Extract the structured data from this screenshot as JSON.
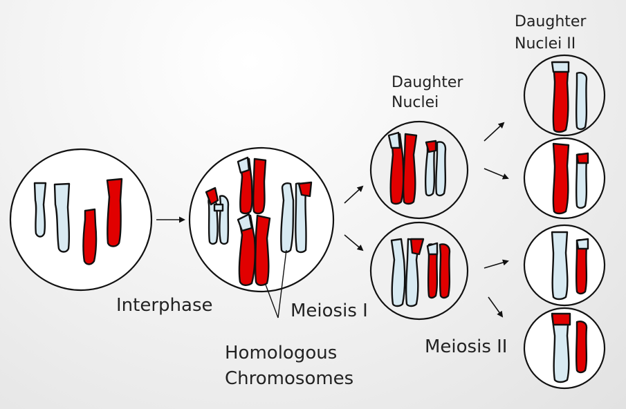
{
  "labels": {
    "interphase": "Interphase",
    "meiosis1": "Meiosis I",
    "homologous_line1": "Homologous",
    "homologous_line2": "Chromosomes",
    "daughter_line1": "Daughter",
    "daughter_line2": "Nuclei",
    "daughter2_line1": "Daughter",
    "daughter2_line2": "Nuclei II",
    "meiosis2": "Meiosis II"
  },
  "colors": {
    "paternal": "#e10000",
    "maternal": "#d8eaf2",
    "outline": "#111111"
  }
}
